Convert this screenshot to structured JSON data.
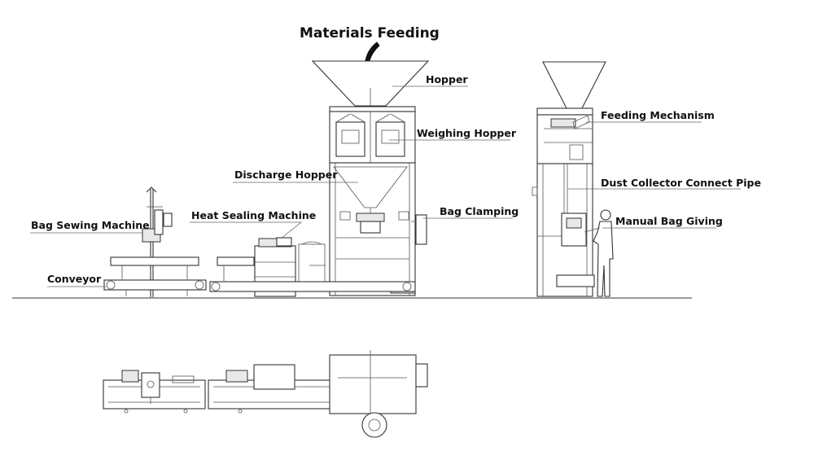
{
  "diagram": {
    "title": "Materials Feeding",
    "labels": {
      "hopper": "Hopper",
      "weighing_hopper": "Weighing Hopper",
      "discharge_hopper": "Discharge Hopper",
      "bag_clamping": "Bag Clamping",
      "heat_sealing_machine": "Heat Sealing Machine",
      "bag_sewing_machine": "Bag Sewing Machine",
      "conveyor": "Conveyor",
      "feeding_mechanism": "Feeding Mechanism",
      "dust_collector_connect_pipe": "Dust Collector Connect Pipe",
      "manual_bag_giving": "Manual Bag Giving"
    },
    "colors": {
      "line": "#333333",
      "text": "#111111",
      "background": "#ffffff"
    }
  }
}
